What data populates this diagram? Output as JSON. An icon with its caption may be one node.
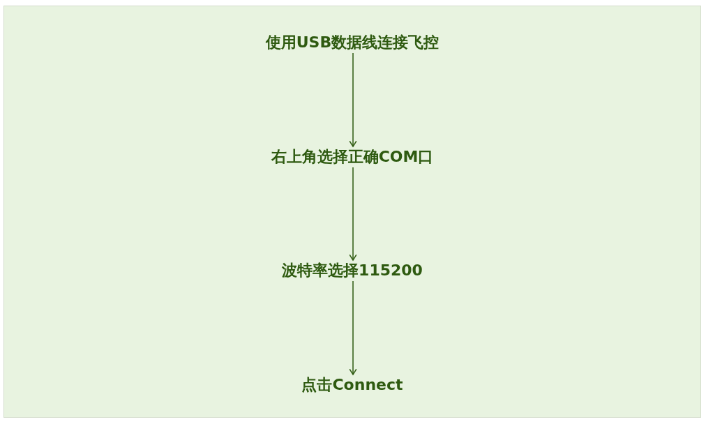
{
  "diagram": {
    "nodes": [
      {
        "text": [
          "使用USB数据线连接飞控"
        ]
      },
      {
        "text": [
          "右上角选择正确COM口"
        ]
      },
      {
        "text": [
          "波特率选择115200"
        ]
      },
      {
        "text": [
          "点击Connect"
        ]
      }
    ],
    "edges": [
      {
        "from": 0,
        "to": 1,
        "arrow": "to"
      },
      {
        "from": 1,
        "to": 2,
        "arrow": "to"
      },
      {
        "from": 2,
        "to": 3,
        "arrow": "to"
      }
    ]
  }
}
